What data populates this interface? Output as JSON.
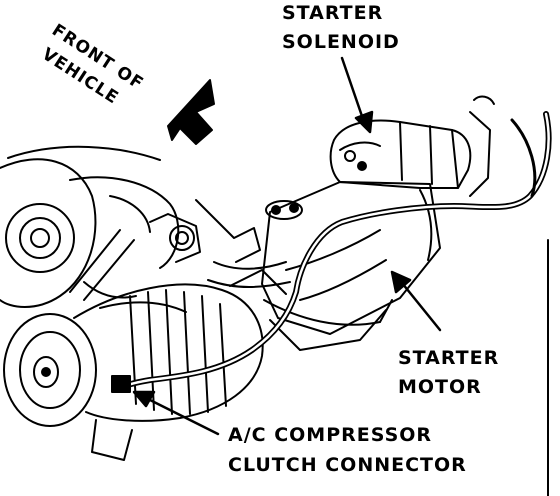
{
  "labels": {
    "starter_solenoid": [
      "STARTER",
      "SOLENOID"
    ],
    "starter_motor": [
      "STARTER",
      "MOTOR"
    ],
    "ac_compressor": [
      "A/C COMPRESSOR",
      "CLUTCH CONNECTOR"
    ],
    "front_of_vehicle": [
      "FRONT OF",
      "VEHICLE"
    ]
  },
  "colors": {
    "ink": "#000000",
    "paper": "#ffffff"
  }
}
